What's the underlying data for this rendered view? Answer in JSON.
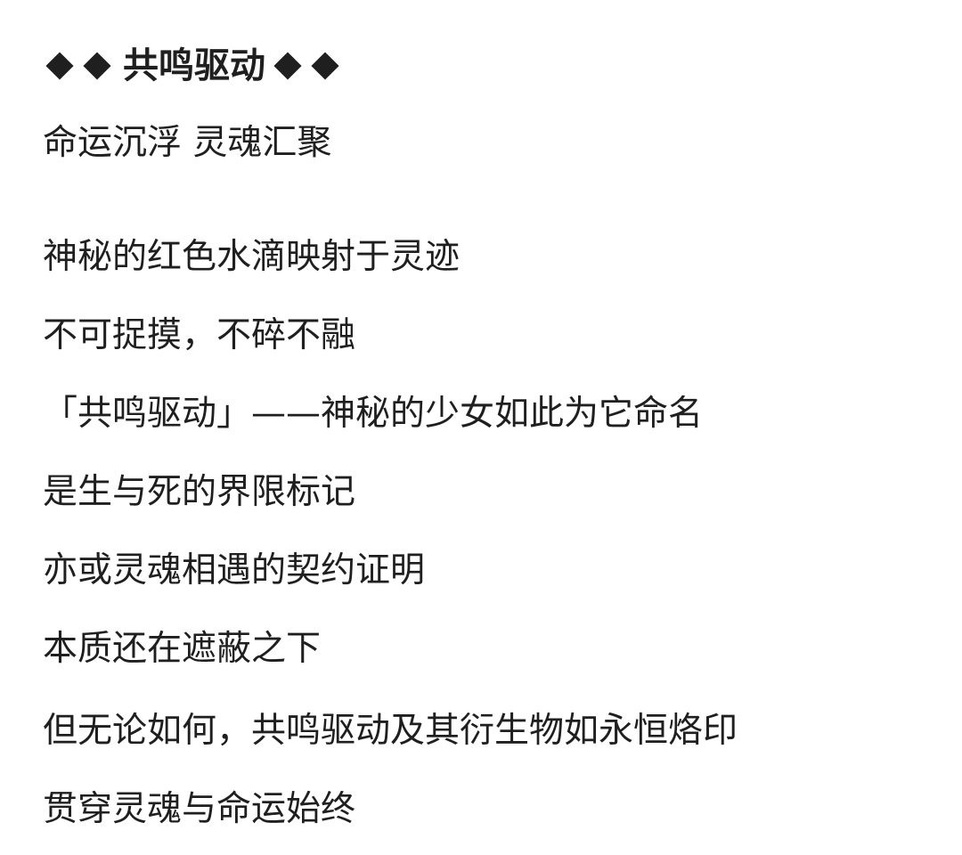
{
  "document": {
    "title": {
      "prefix_icons": [
        "diamond-icon",
        "diamond-icon"
      ],
      "text": "共鸣驱动",
      "suffix_icons": [
        "diamond-icon",
        "diamond-icon"
      ]
    },
    "subtitle": "命运沉浮 灵魂汇聚",
    "lines": [
      "神秘的红色水滴映射于灵迹",
      "不可捉摸，不碎不融",
      "「共鸣驱动」——神秘的少女如此为它命名",
      "是生与死的界限标记",
      "亦或灵魂相遇的契约证明",
      "本质还在遮蔽之下",
      "但无论如何，共鸣驱动及其衍生物如永恒烙印",
      "贯穿灵魂与命运始终"
    ]
  }
}
